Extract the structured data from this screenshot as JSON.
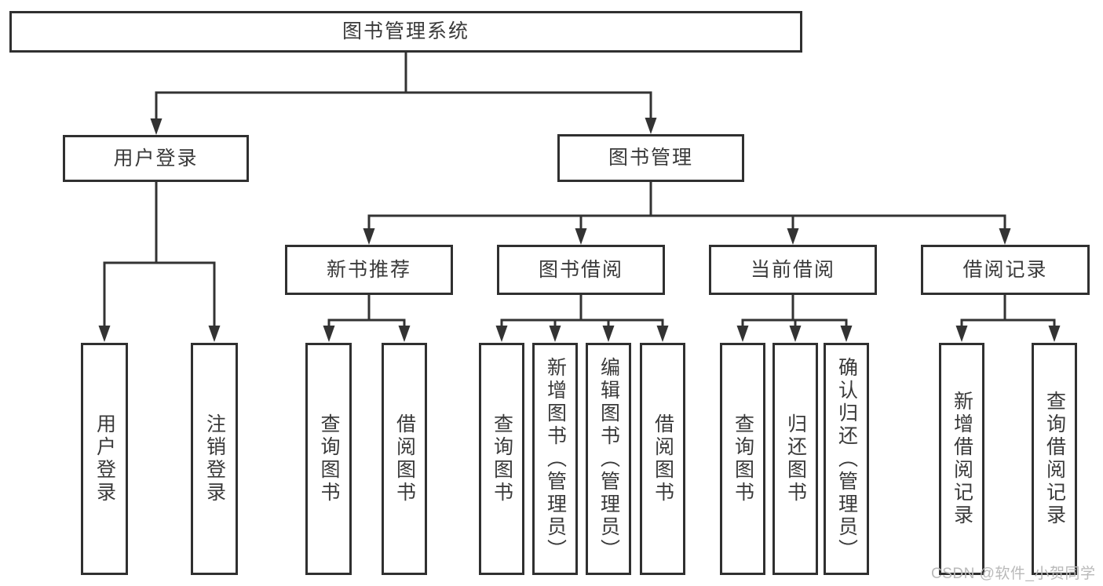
{
  "diagram": {
    "root": {
      "label": "图书管理系统"
    },
    "branches": [
      {
        "label": "用户登录",
        "children": [
          {
            "label": "用户登录"
          },
          {
            "label": "注销登录"
          }
        ]
      },
      {
        "label": "图书管理",
        "children": [
          {
            "label": "新书推荐",
            "children": [
              {
                "label": "查询图书"
              },
              {
                "label": "借阅图书"
              }
            ]
          },
          {
            "label": "图书借阅",
            "children": [
              {
                "label": "查询图书"
              },
              {
                "label": "新增图书（管理员）"
              },
              {
                "label": "编辑图书（管理员）"
              },
              {
                "label": "借阅图书"
              }
            ]
          },
          {
            "label": "当前借阅",
            "children": [
              {
                "label": "查询图书"
              },
              {
                "label": "归还图书"
              },
              {
                "label": "确认归还（管理员）"
              }
            ]
          },
          {
            "label": "借阅记录",
            "children": [
              {
                "label": "新增借阅记录"
              },
              {
                "label": "查询借阅记录"
              }
            ]
          }
        ]
      }
    ]
  },
  "watermark": {
    "text": "CSDN @软件_小贺同学"
  },
  "colors": {
    "line": "#333333",
    "box_border": "#303030",
    "text": "#3a3a3a",
    "watermark": "#b9b9b9",
    "background": "#ffffff"
  }
}
